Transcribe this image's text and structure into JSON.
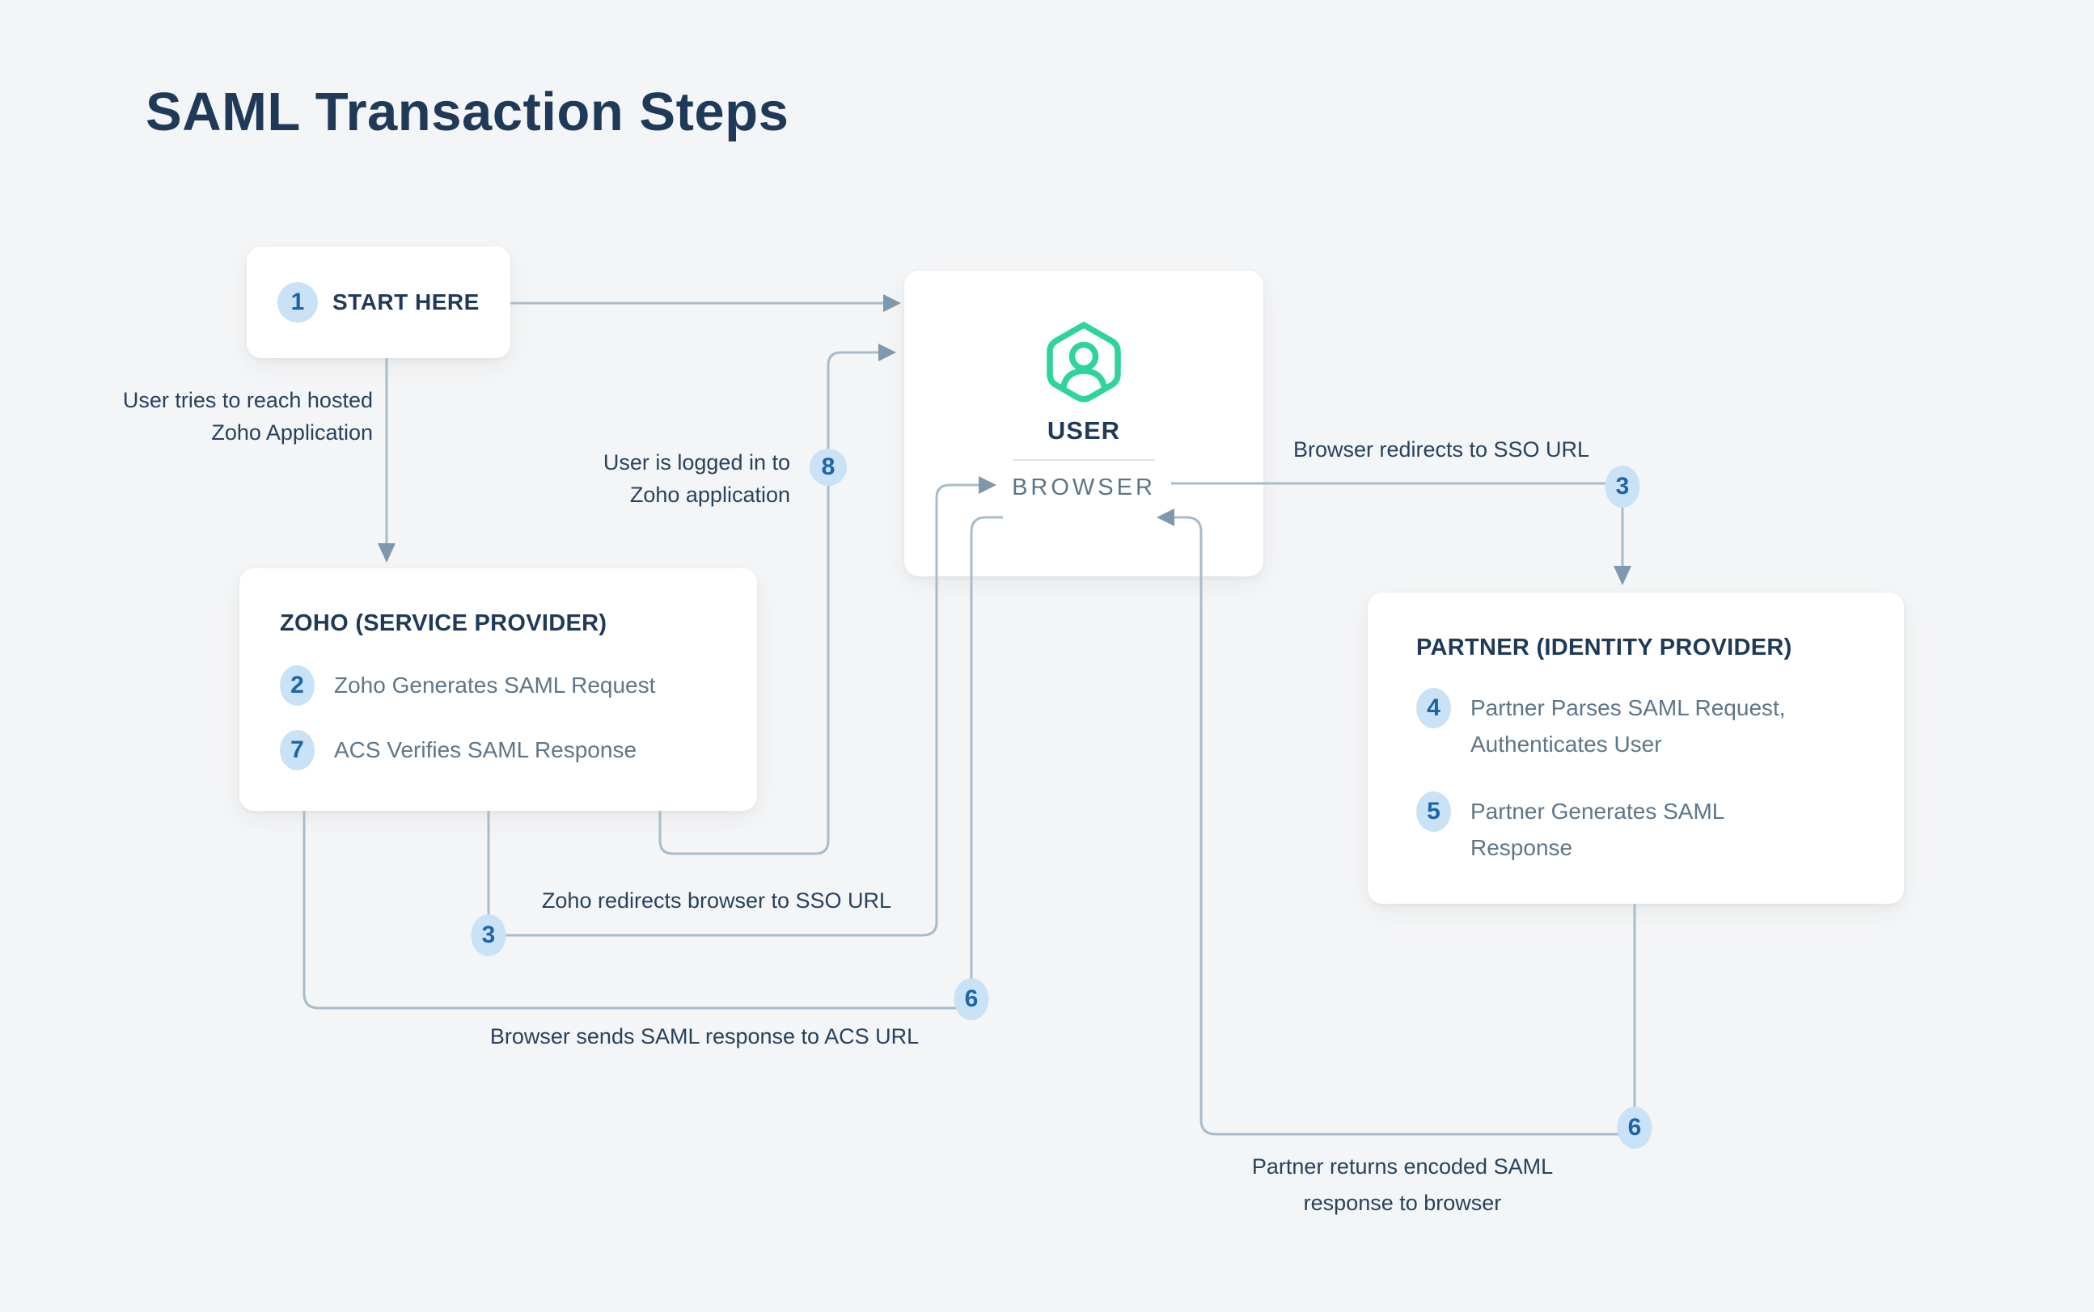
{
  "title": "SAML Transaction Steps",
  "colors": {
    "background": "#f4f5f6",
    "card": "#ffffff",
    "heading_navy": "#1f3a59",
    "label_navy": "#26425e",
    "muted_blue_gray": "#5e7689",
    "connector_line": "#a9bcca",
    "arrowhead": "#7e98ae",
    "badge_background": "#c9e2f6",
    "badge_number": "#1d64a8",
    "user_icon_green": "#2fd39c"
  },
  "nodes": {
    "start": {
      "number": "1",
      "label": "START HERE"
    },
    "user": {
      "icon": "user-hexagon-icon",
      "title": "USER",
      "subtitle": "BROWSER"
    },
    "zoho": {
      "title": "ZOHO (SERVICE PROVIDER)",
      "steps": [
        {
          "number": "2",
          "text": "Zoho Generates SAML Request"
        },
        {
          "number": "7",
          "text": "ACS Verifies SAML Response"
        }
      ]
    },
    "partner": {
      "title": "PARTNER (IDENTITY PROVIDER)",
      "steps": [
        {
          "number": "4",
          "text": "Partner Parses SAML Request, Authenticates User"
        },
        {
          "number": "5",
          "text": "Partner Generates SAML Response"
        }
      ]
    }
  },
  "badges": {
    "eight": {
      "number": "8"
    },
    "three_left": {
      "number": "3"
    },
    "six_left": {
      "number": "6"
    },
    "three_right": {
      "number": "3"
    },
    "six_right": {
      "number": "6"
    }
  },
  "labels": {
    "user_tries": {
      "line1": "User tries to reach hosted",
      "line2": "Zoho Application"
    },
    "logged_in": {
      "line1": "User is logged in to",
      "line2": "Zoho application"
    },
    "zoho_redirects": {
      "text": "Zoho redirects browser to SSO URL"
    },
    "browser_sends": {
      "text": "Browser sends SAML response to ACS URL"
    },
    "browser_redirects": {
      "text": "Browser redirects to SSO URL"
    },
    "partner_returns": {
      "line1": "Partner returns encoded SAML",
      "line2": "response to browser"
    }
  }
}
